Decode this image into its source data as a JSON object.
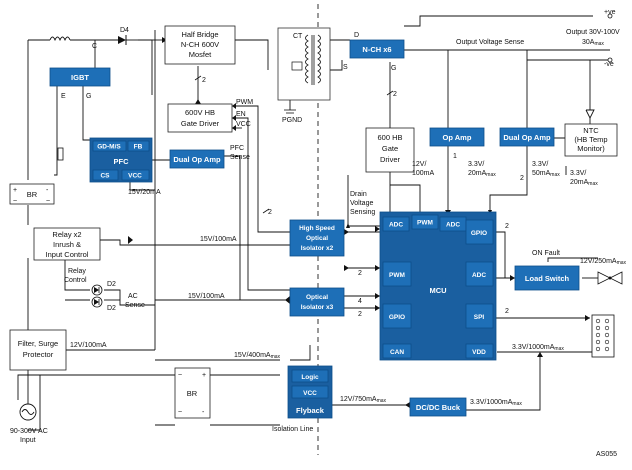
{
  "labels": {
    "igbt": "IGBT",
    "d4": "D4",
    "c": "C",
    "e": "E",
    "g": "G",
    "half_bridge": [
      "Half Bridge",
      "N-CH 600V",
      "Mosfet"
    ],
    "ct": "CT",
    "d": "D",
    "s": "S",
    "nch": "N-CH x6",
    "g2": "G",
    "pgnd": "PGND",
    "output_voltage_sense": "Output Voltage Sense",
    "plus_ve": "+ve",
    "minus_ve": "-ve",
    "output": [
      "Output 30V-100V",
      "30A"
    ],
    "max_sub": "max",
    "gate_driver_600": [
      "600V HB",
      "Gate Driver"
    ],
    "pwm": "PWM",
    "en": "EN",
    "vcc": "VCC",
    "gdms": "GD-M/S",
    "fb": "FB",
    "pfc": "PFC",
    "cs": "CS",
    "vcc2": "VCC",
    "dual_op_amp_left": "Dual Op Amp",
    "pfc_sense": [
      "PFC",
      "Sense"
    ],
    "pfc_power": "15V/20mA",
    "hb600_gate": [
      "600 HB",
      "Gate",
      "Driver"
    ],
    "hb_power": [
      "12V/",
      "100mA"
    ],
    "op_amp": "Op Amp",
    "opamp_power": [
      "3.3V/",
      "20mA"
    ],
    "dual_op_amp_right": "Dual Op Amp",
    "dual_power": [
      "3.3V/",
      "50mA"
    ],
    "ntc": [
      "NTC",
      "(HB Temp",
      "Monitor)"
    ],
    "ntc_power": [
      "3.3V/",
      "20mA"
    ],
    "br_top": "BR",
    "relay": [
      "Relay x2",
      "Inrush &",
      "Input Control"
    ],
    "relay_control": [
      "Relay",
      "Control"
    ],
    "d2a": "D2",
    "d2b": "D2",
    "ac_sense": [
      "AC",
      "Sense"
    ],
    "drain_sense": [
      "Drain",
      "Voltage",
      "Sensing"
    ],
    "hs_iso": [
      "High Speed",
      "Optical",
      "Isolator x2"
    ],
    "power_15v_a": "15V/100mA",
    "power_15v_b": "15V/100mA",
    "opt_iso": [
      "Optical",
      "Isolator x3"
    ],
    "bus_2a": "2",
    "bus_2b": "2",
    "bus_4": "4",
    "bus_2c": "2",
    "bus_2d": "2",
    "bus_2e": "2",
    "bus_2f": "2",
    "bus_1": "1",
    "bus_2g": "2",
    "mcu": "MCU",
    "adc1": "ADC",
    "pwm_mcu": "PWM",
    "adc2": "ADC",
    "gpio_r": "GPIO",
    "pwm_l": "PWM",
    "adc_r": "ADC",
    "gpio_l": "GPIO",
    "spi": "SPI",
    "can": "CAN",
    "vdd": "VDD",
    "on_fault": "ON Fault",
    "load_switch": "Load Switch",
    "ls_power": "12V/250mA",
    "mcu_power": "3.3V/1000mA",
    "filter": [
      "Filter, Surge",
      "Protector"
    ],
    "filter_power": "12V/100mA",
    "flyback_power": "15V/400mA",
    "logic": "Logic",
    "vcc_fly": "VCC",
    "flyback": "Flyback",
    "br_bottom": "BR",
    "fly_out": "12V/750mA",
    "dcdc": "DC/DC Buck",
    "dcdc_out": "3.3V/1000mA",
    "isolation_line": "Isolation Line",
    "ac_input": [
      "90-300V AC",
      "Input"
    ],
    "code": "AS055"
  }
}
